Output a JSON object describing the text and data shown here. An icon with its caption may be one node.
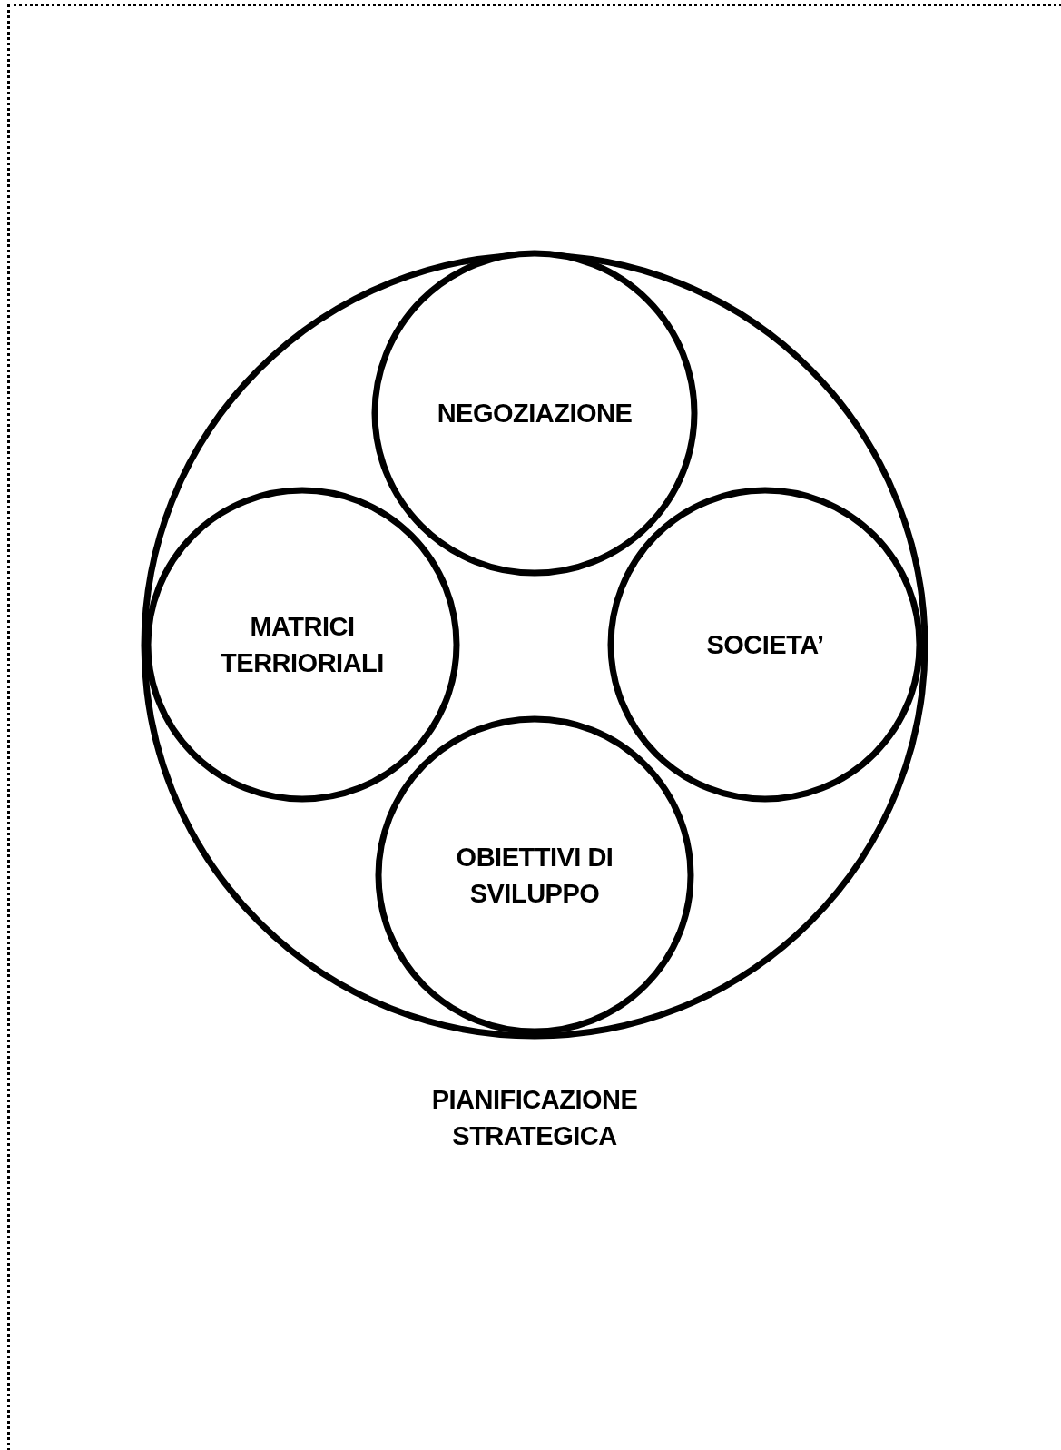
{
  "diagram": {
    "nodes": [
      {
        "text": [
          "PIANIFICAZIONE STRATEGICA"
        ]
      },
      {
        "text": [
          "NEGOZIAZIONE"
        ],
        "in": 0
      },
      {
        "text": [
          "MATRICI TERRIORIALI"
        ],
        "in": 0
      },
      {
        "text": [
          "SOCIETA’"
        ],
        "in": 0
      },
      {
        "text": [
          "OBIETTIVI DI SVILUPPO"
        ],
        "in": 0
      }
    ],
    "edges": []
  }
}
